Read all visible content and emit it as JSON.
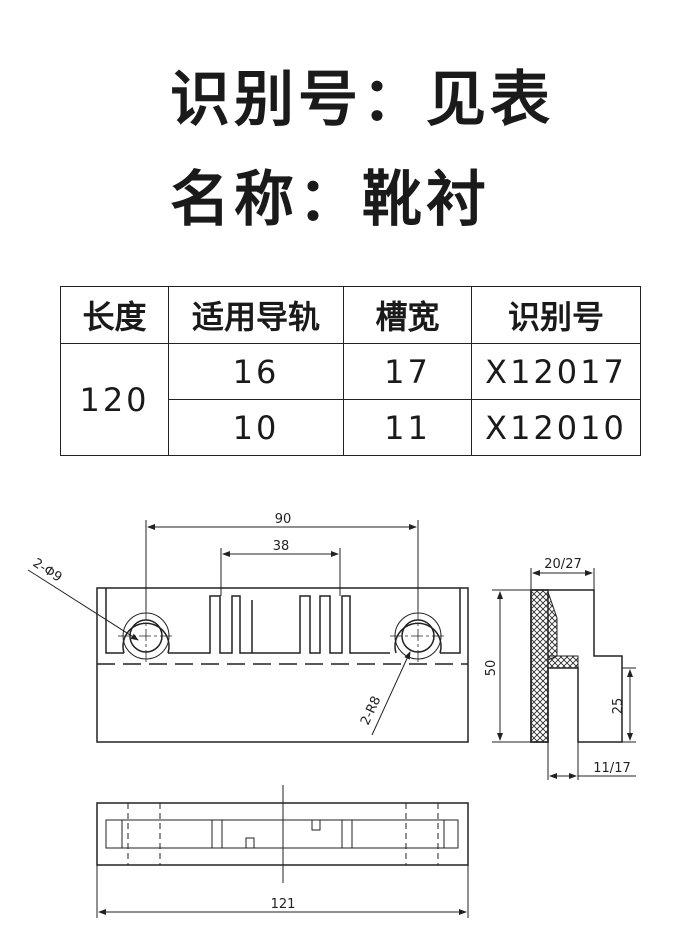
{
  "titles": {
    "line1": "识别号：见表",
    "line2": "名称：靴衬"
  },
  "table": {
    "headers": [
      "长度",
      "适用导轨",
      "槽宽",
      "识别号"
    ],
    "length": "120",
    "rows": [
      {
        "rail": "16",
        "slot": "17",
        "id": "X12017"
      },
      {
        "rail": "10",
        "slot": "11",
        "id": "X12010"
      }
    ]
  },
  "dimensions": {
    "d90": "90",
    "d38": "38",
    "hole": "2-Φ9",
    "radius": "2-R8",
    "d20_27": "20/27",
    "d50": "50",
    "d25": "25",
    "d11_17": "11/17",
    "d121": "121"
  }
}
